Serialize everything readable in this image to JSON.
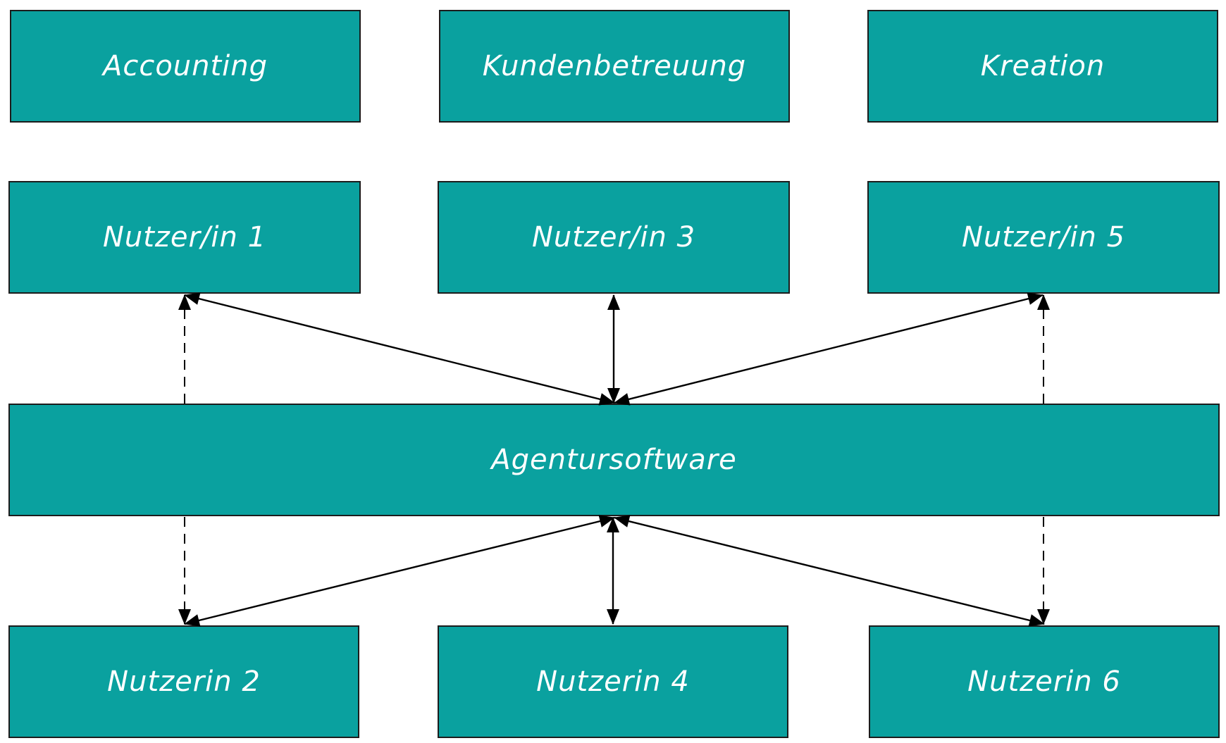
{
  "diagram": {
    "departments": {
      "accounting": "Accounting",
      "kundenbetreuung": "Kundenbetreuung",
      "kreation": "Kreation"
    },
    "users": {
      "nutzer1": "Nutzer/in 1",
      "nutzer3": "Nutzer/in 3",
      "nutzer5": "Nutzer/in 5",
      "nutzerin2": "Nutzerin 2",
      "nutzerin4": "Nutzerin 4",
      "nutzerin6": "Nutzerin 6"
    },
    "software": "Agentursoftware"
  },
  "colors": {
    "box_fill": "#0aa19f",
    "box_border": "#1c1c1c",
    "text": "#ffffff",
    "connector": "#000000"
  }
}
